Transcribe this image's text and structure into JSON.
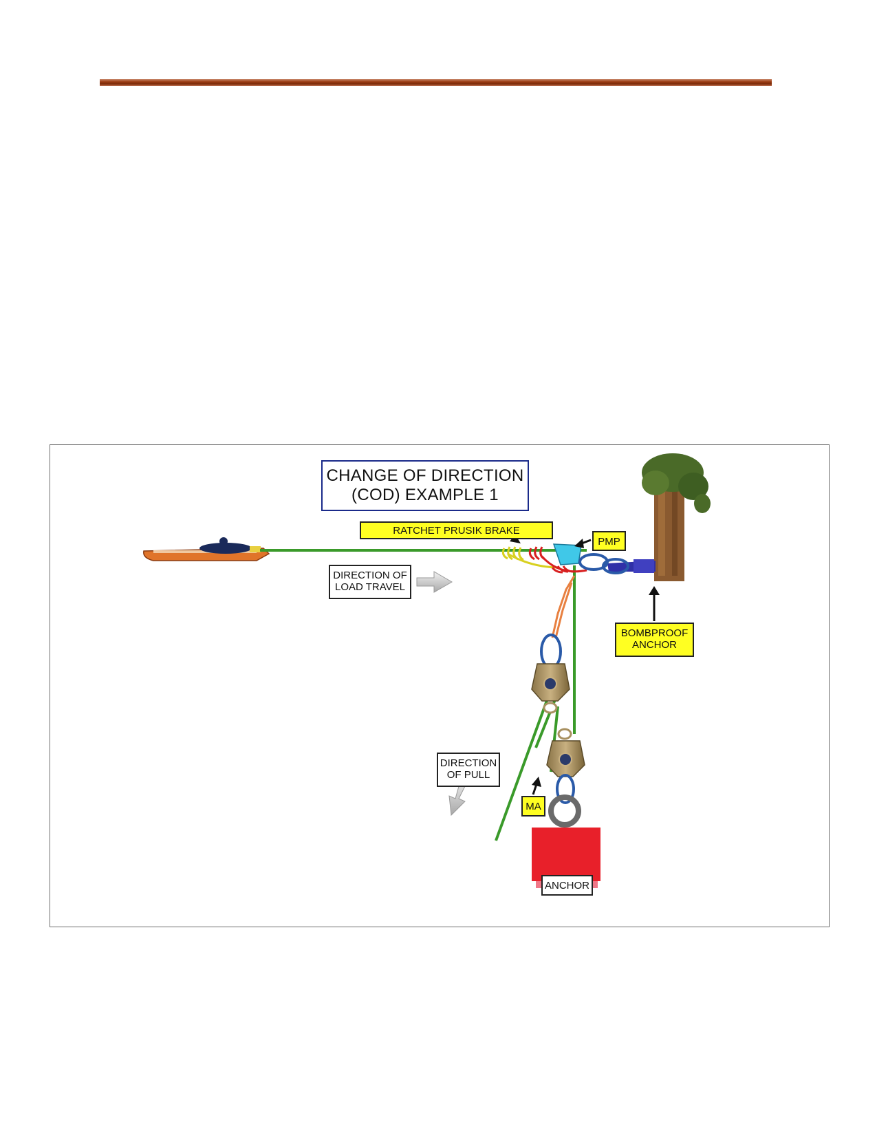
{
  "page": {
    "header_rule_color": "#8b3310",
    "frame_border_color": "#6d6d6d"
  },
  "diagram": {
    "title_line1": "CHANGE OF DIRECTION",
    "title_line2": "(COD) EXAMPLE 1",
    "labels": {
      "ratchet": "RATCHET PRUSIK BRAKE",
      "pmp": "PMP",
      "direction_travel_line1": "DIRECTION OF",
      "direction_travel_line2": "LOAD TRAVEL",
      "bombproof_line1": "BOMBPROOF",
      "bombproof_line2": "ANCHOR",
      "direction_pull_line1": "DIRECTION",
      "direction_pull_line2": "OF PULL",
      "ma": "MA",
      "anchor": "ANCHOR"
    },
    "colors": {
      "rope": "#3a9a2a",
      "label_fill": "#ffff22",
      "title_border": "#1a2a8a",
      "anchor_block": "#e8202a",
      "pulley": "#a89060",
      "carabiner": "#2a5aa8",
      "prusik_red": "#d82020",
      "prusik_yellow": "#d8d020",
      "webbing": "#3030a8",
      "litter": "#e0742a",
      "tree_trunk": "#8a5a30",
      "tree_foliage": "#4a6a28"
    }
  }
}
